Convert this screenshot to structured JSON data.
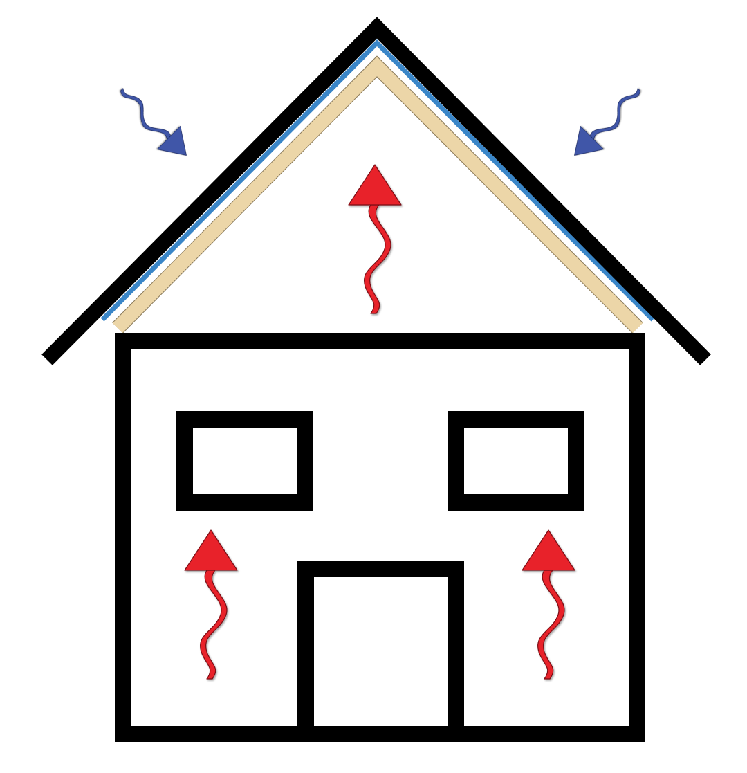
{
  "diagram": {
    "subject": "house",
    "colors": {
      "outline": "#000000",
      "background": "#ffffff",
      "roof_membrane": "#3a86c8",
      "roof_insulation": "#ecd6a8",
      "insulation_edge": "#8a7a5a",
      "heat_arrow": "#e8232a",
      "heat_arrow_edge": "#7a1014",
      "cold_arrow": "#3f56a8",
      "cold_arrow_edge": "#1d2a60"
    },
    "icons": {
      "heat": "wavy-up-arrow-icon",
      "cold": "wavy-down-arrow-icon"
    },
    "arrows": {
      "heat_count": 3,
      "cold_count": 2
    },
    "windows": 2,
    "doors": 1
  }
}
